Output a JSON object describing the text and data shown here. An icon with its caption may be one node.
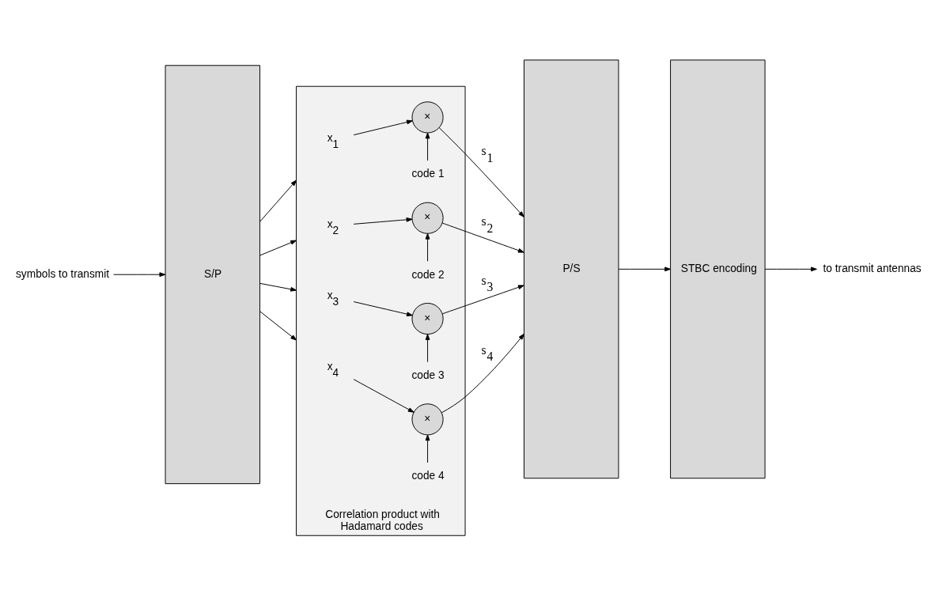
{
  "diagram": {
    "nodes": [
      {
        "text": [
          "symbols to transmit"
        ]
      },
      {
        "text": [
          "S/P"
        ]
      },
      {
        "text": [
          "Correlation product with Hadamard codes"
        ]
      },
      {
        "text": [
          "x$_{1}$"
        ],
        "in": 2
      },
      {
        "text": [
          "×"
        ],
        "in": 2
      },
      {
        "text": [
          "code 1"
        ],
        "in": 2
      },
      {
        "text": [
          "x$_{2}$"
        ],
        "in": 2
      },
      {
        "text": [
          "×"
        ],
        "in": 2
      },
      {
        "text": [
          "code 2"
        ],
        "in": 2
      },
      {
        "text": [
          "x$_{3}$"
        ],
        "in": 2
      },
      {
        "text": [
          "×"
        ],
        "in": 2
      },
      {
        "text": [
          "code 3"
        ],
        "in": 2
      },
      {
        "text": [
          "x$_{4}$"
        ],
        "in": 2
      },
      {
        "text": [
          "×"
        ],
        "in": 2
      },
      {
        "text": [
          "code 4"
        ],
        "in": 2
      },
      {
        "text": [
          "P/S"
        ]
      },
      {
        "text": [
          "STBC encoding"
        ]
      },
      {
        "text": [
          "to transmit antennas"
        ]
      }
    ],
    "edges": [
      {
        "from": 0,
        "to": 1,
        "arrow": "to"
      },
      {
        "from": 1,
        "to": 2,
        "arrow": "to"
      },
      {
        "from": 1,
        "to": 2,
        "arrow": "to"
      },
      {
        "from": 1,
        "to": 2,
        "arrow": "to"
      },
      {
        "from": 1,
        "to": 2,
        "arrow": "to"
      },
      {
        "from": 3,
        "to": 4,
        "arrow": "to"
      },
      {
        "from": 5,
        "to": 4,
        "arrow": "to"
      },
      {
        "from": 4,
        "to": 15,
        "arrow": "to",
        "label": "s$_{1}$"
      },
      {
        "from": 6,
        "to": 7,
        "arrow": "to"
      },
      {
        "from": 8,
        "to": 7,
        "arrow": "to"
      },
      {
        "from": 7,
        "to": 15,
        "arrow": "to",
        "label": "s$_{2}$"
      },
      {
        "from": 9,
        "to": 10,
        "arrow": "to"
      },
      {
        "from": 11,
        "to": 10,
        "arrow": "to"
      },
      {
        "from": 10,
        "to": 15,
        "arrow": "to",
        "label": "s$_{3}$"
      },
      {
        "from": 12,
        "to": 13,
        "arrow": "to"
      },
      {
        "from": 14,
        "to": 13,
        "arrow": "to"
      },
      {
        "from": 13,
        "to": 15,
        "arrow": "to",
        "label": "s$_{4}$"
      },
      {
        "from": 15,
        "to": 16,
        "arrow": "to"
      },
      {
        "from": 16,
        "to": 17,
        "arrow": "to"
      }
    ]
  }
}
